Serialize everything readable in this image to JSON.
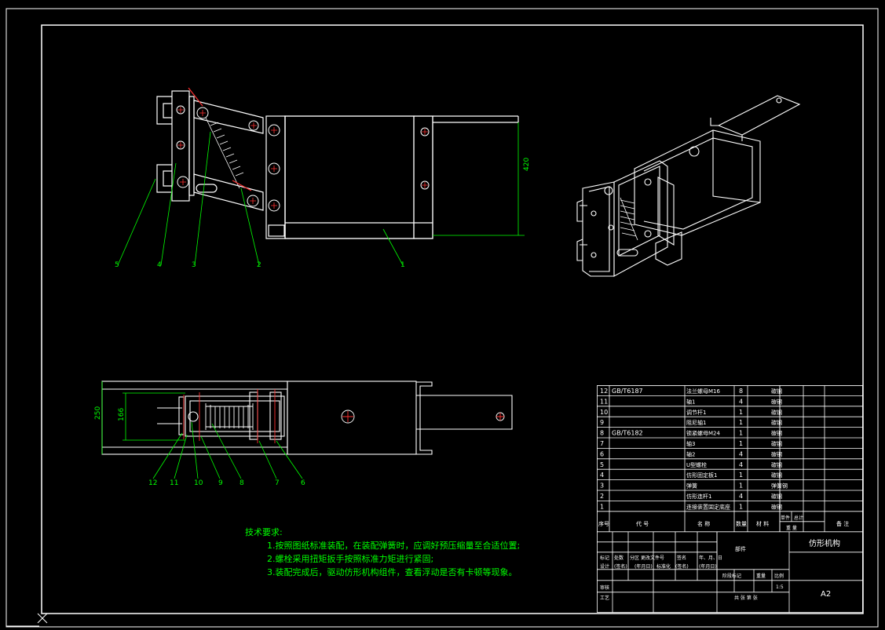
{
  "drawing": {
    "title": "仿形机构",
    "sheet_size": "A2",
    "scale": "1:5",
    "material_header": "材料",
    "assembly_label": "部件"
  },
  "dimensions": {
    "front_height": "420",
    "top_width_outer": "250",
    "top_width_inner": "166"
  },
  "callouts_front": [
    "5",
    "4",
    "3",
    "2",
    "1"
  ],
  "callouts_top": [
    "12",
    "11",
    "10",
    "9",
    "8",
    "7",
    "6"
  ],
  "tech_requirements": {
    "heading": "技术要求:",
    "items": [
      "1.按照图纸标准装配，在装配弹簧时，应调好预压缩量至合适位置;",
      "2.螺栓采用扭矩扳手按照标准力矩进行紧固;",
      "3.装配完成后，驱动仿形机构组件，查看浮动是否有卡顿等现象。"
    ]
  },
  "bom": {
    "rows": [
      {
        "no": "12",
        "code": "GB/T6187",
        "name": "法兰螺母M16",
        "qty": "8",
        "mat": "碳钢"
      },
      {
        "no": "11",
        "code": "",
        "name": "轴1",
        "qty": "4",
        "mat": "碳钢"
      },
      {
        "no": "10",
        "code": "",
        "name": "调节杆1",
        "qty": "1",
        "mat": "碳钢"
      },
      {
        "no": "9",
        "code": "",
        "name": "阻尼轴1",
        "qty": "1",
        "mat": "碳钢"
      },
      {
        "no": "8",
        "code": "GB/T6182",
        "name": "锁紧螺母M24",
        "qty": "1",
        "mat": "碳钢"
      },
      {
        "no": "7",
        "code": "",
        "name": "轴3",
        "qty": "1",
        "mat": "碳钢"
      },
      {
        "no": "6",
        "code": "",
        "name": "轴2",
        "qty": "4",
        "mat": "碳钢"
      },
      {
        "no": "5",
        "code": "",
        "name": "U型螺栓",
        "qty": "4",
        "mat": "碳钢"
      },
      {
        "no": "4",
        "code": "",
        "name": "仿形固定板1",
        "qty": "1",
        "mat": "碳钢"
      },
      {
        "no": "3",
        "code": "",
        "name": "弹簧",
        "qty": "1",
        "mat": "弹簧钢"
      },
      {
        "no": "2",
        "code": "",
        "name": "仿形连杆1",
        "qty": "4",
        "mat": "碳钢"
      },
      {
        "no": "1",
        "code": "",
        "name": "连接装置固定底座",
        "qty": "1",
        "mat": "碳钢"
      }
    ],
    "headers": {
      "no": "序号",
      "code": "代 号",
      "name": "名 称",
      "qty": "数量",
      "mat": "材 料",
      "unit_weight": "单件",
      "total": "总计",
      "weight": "重 量",
      "remark": "备 注"
    },
    "title_block": {
      "mark": "标记",
      "count": "处数",
      "zone": "分区",
      "change_doc": "更改文件号",
      "sign": "签名",
      "date": "年、月、日",
      "design": "设计",
      "sign2": "(签名)",
      "date2": "(年月日)",
      "std": "标准化",
      "sign3": "(签名)",
      "date3": "(年月日)",
      "stage_mark": "阶段标记",
      "weight": "重量",
      "scale": "比例",
      "review": "审核",
      "process": "工艺",
      "sheets": "共  张 第  张"
    }
  }
}
